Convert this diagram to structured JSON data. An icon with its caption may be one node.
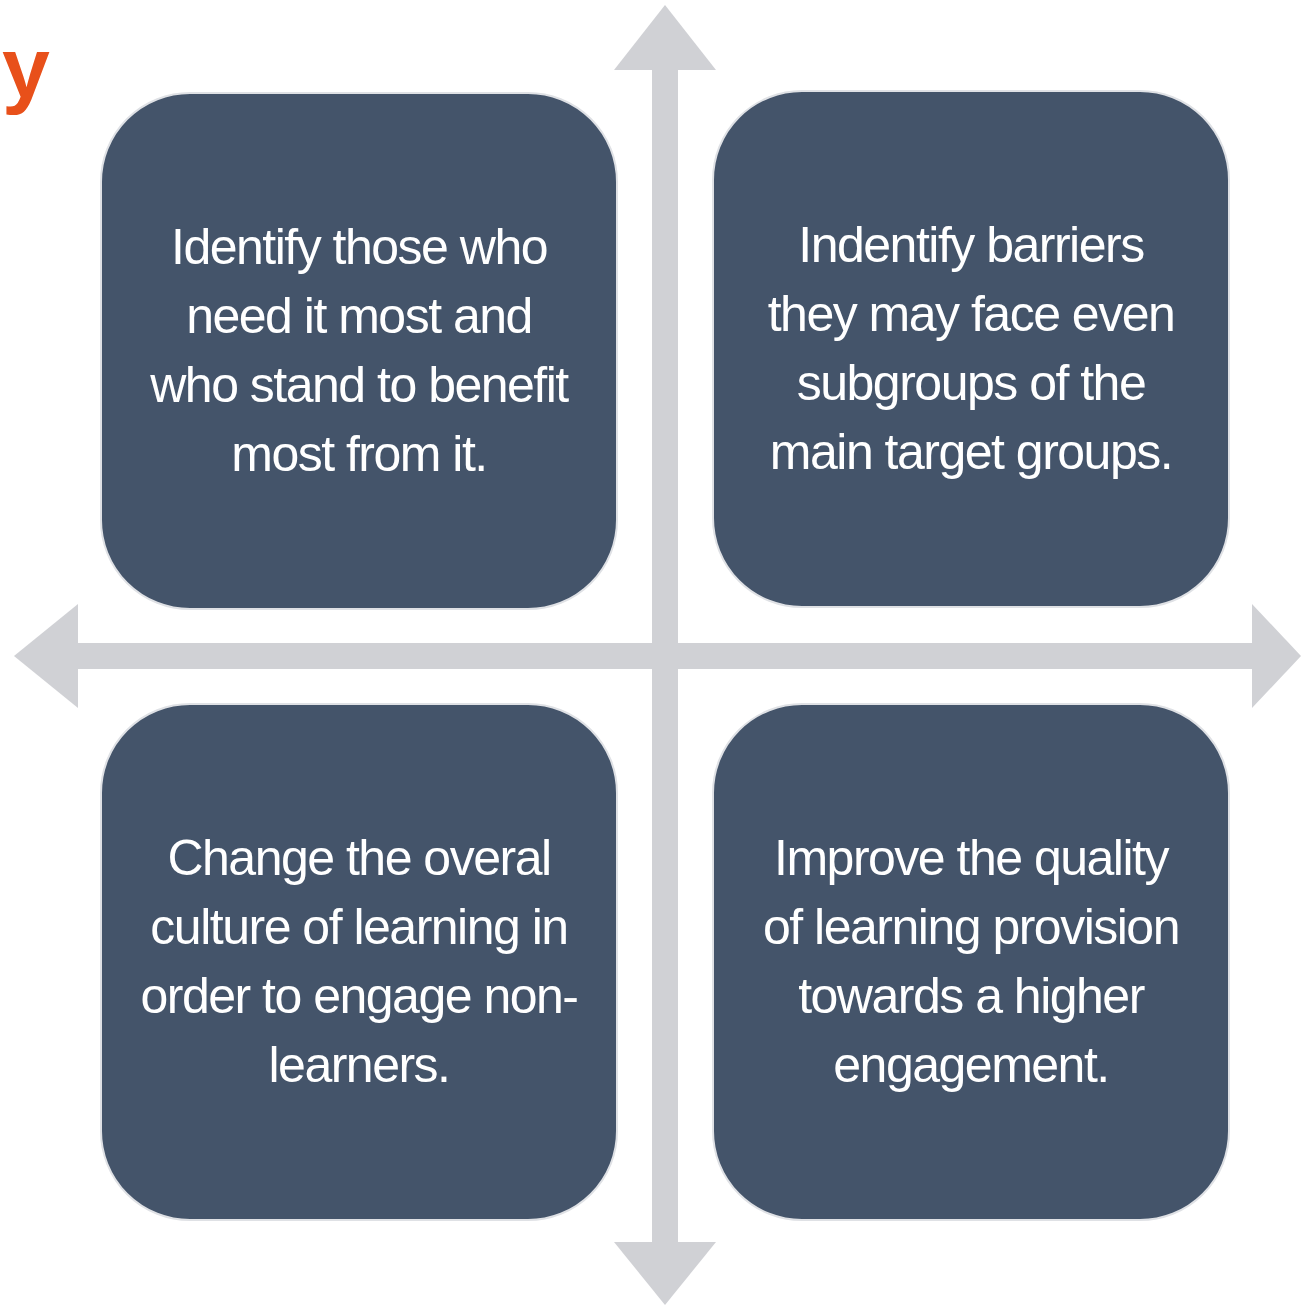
{
  "diagram": {
    "nodes": [
      {
        "text": [
          "Identify those who need it most and who stand to benefit most from it."
        ]
      },
      {
        "text": [
          "Indentify barriers they may face even subgroups of the main target groups."
        ]
      },
      {
        "text": [
          "Change the overal culture of learning in order to engage non-learners."
        ]
      },
      {
        "text": [
          "Improve the quality of learning provision towards a higher engagement."
        ]
      }
    ],
    "labels": [
      "y"
    ]
  }
}
